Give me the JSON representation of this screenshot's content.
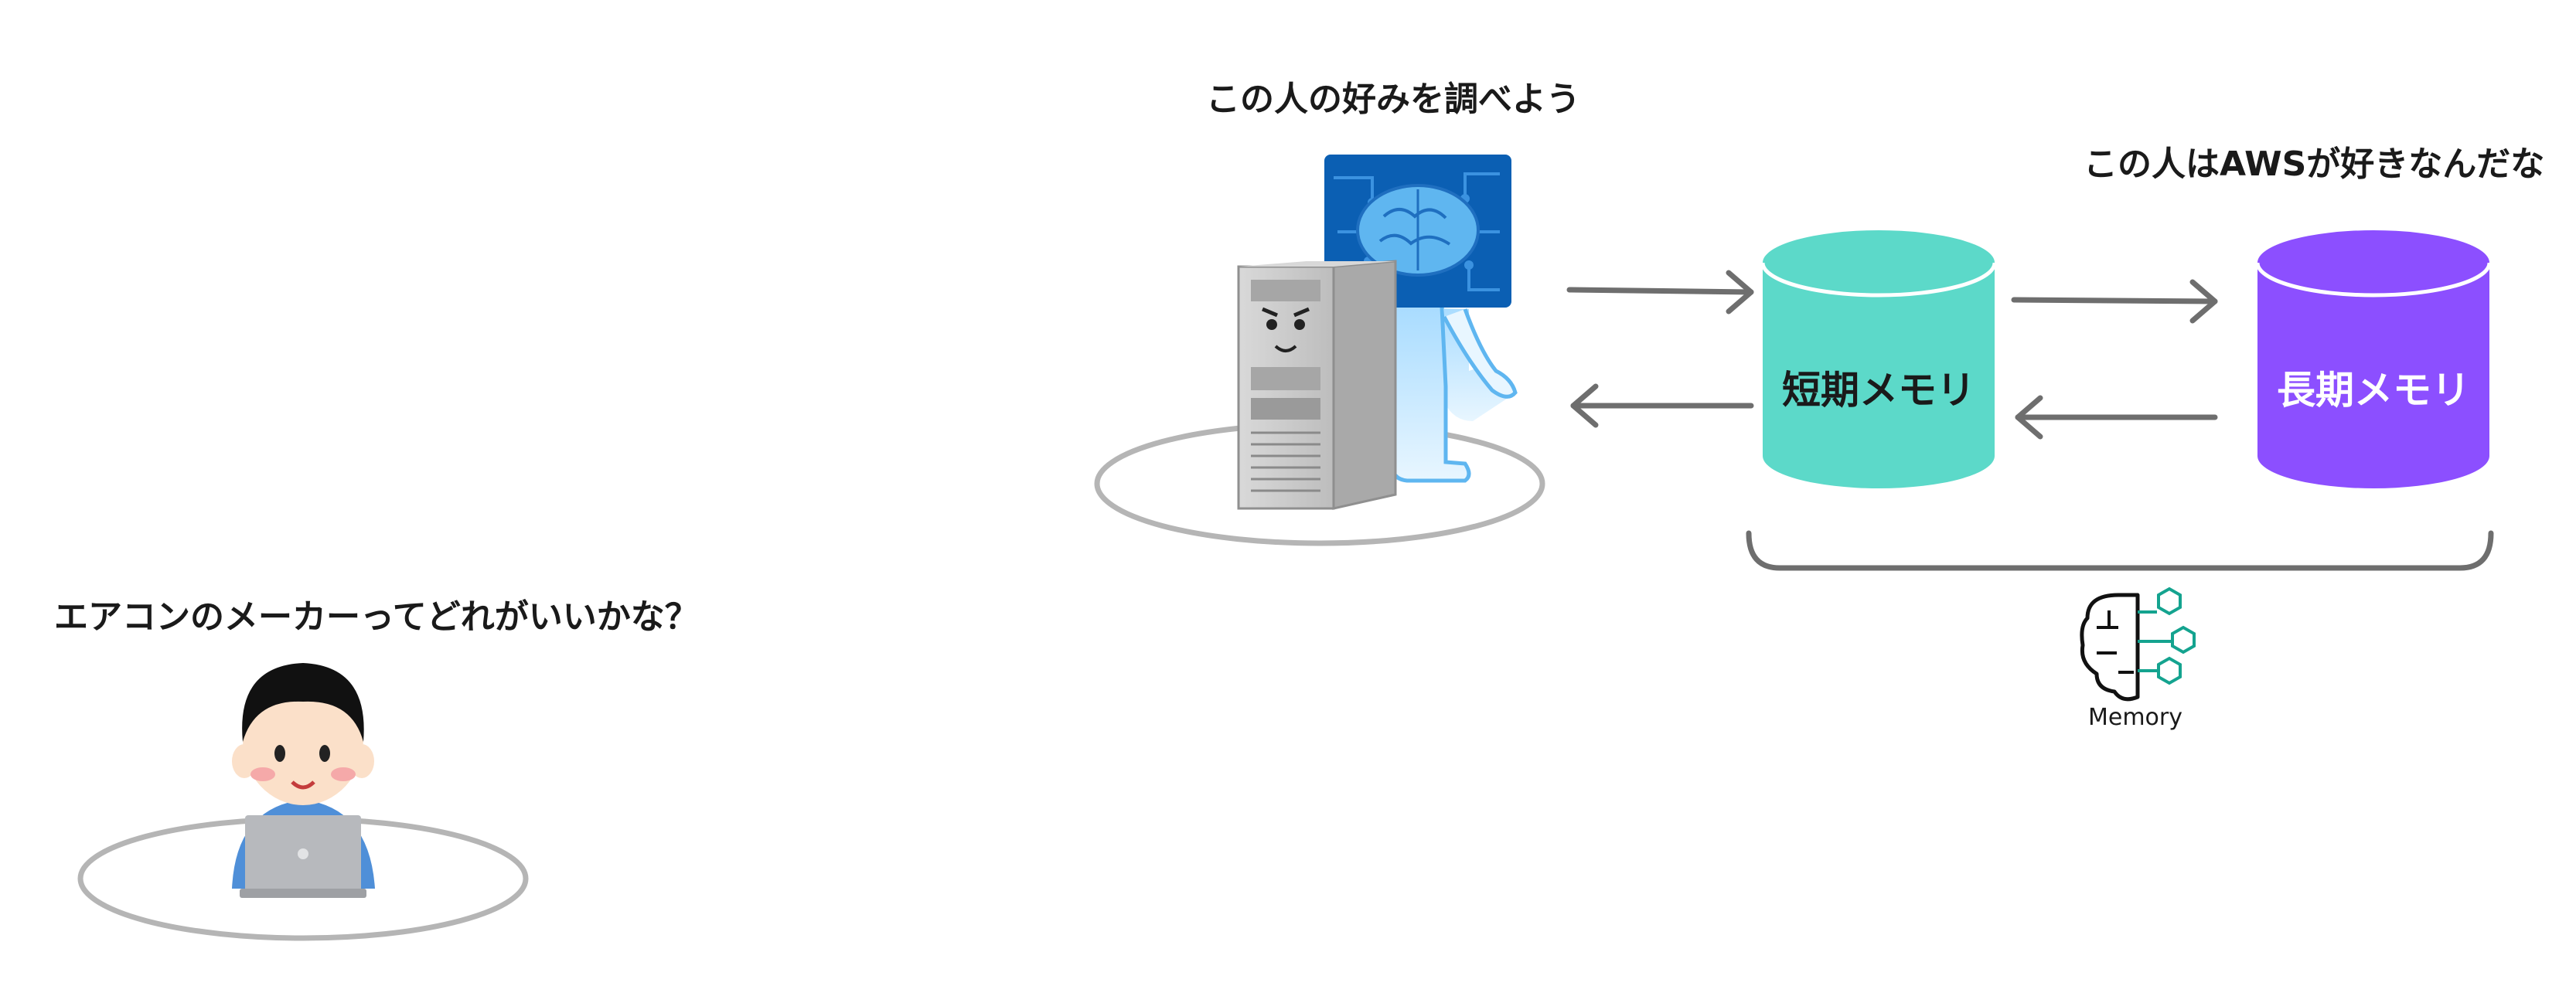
{
  "captions": {
    "user_question": "エアコンのメーカーってどれがいいかな？",
    "agent_thought": "この人の好みを調べよう",
    "agent_insight": "この人はAWSが好きなんだな"
  },
  "databases": {
    "short_term": {
      "label": "短期メモリ",
      "color": "#5cd9c9"
    },
    "long_term": {
      "label": "長期メモリ",
      "color": "#8c4fff"
    }
  },
  "memory_badge": {
    "label": "Memory",
    "icon": "memory-brain-icon"
  },
  "colors": {
    "arrow": "#6e6e6e",
    "platform": "#b5b5b5",
    "brain_panel": "#0b5fb3",
    "brain": "#5fb6f0",
    "server": "#c6c6c6"
  }
}
